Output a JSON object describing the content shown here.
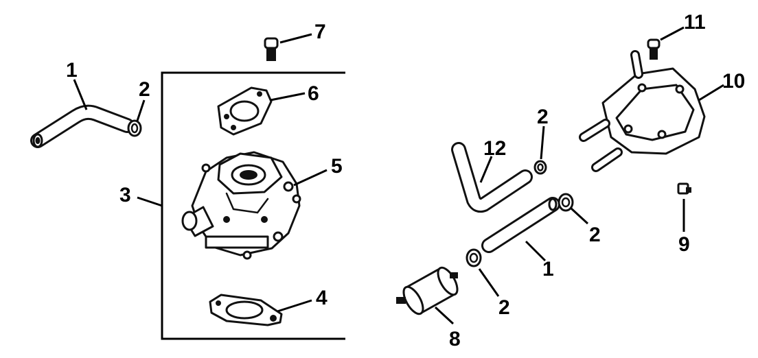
{
  "callouts": {
    "c1a": "1",
    "c2a": "2",
    "c3": "3",
    "c4": "4",
    "c5": "5",
    "c6": "6",
    "c7": "7",
    "c2b": "2",
    "c12": "12",
    "c2c": "2",
    "c1b": "1",
    "c2d": "2",
    "c8": "8",
    "c11": "11",
    "c10": "10",
    "c9": "9"
  }
}
